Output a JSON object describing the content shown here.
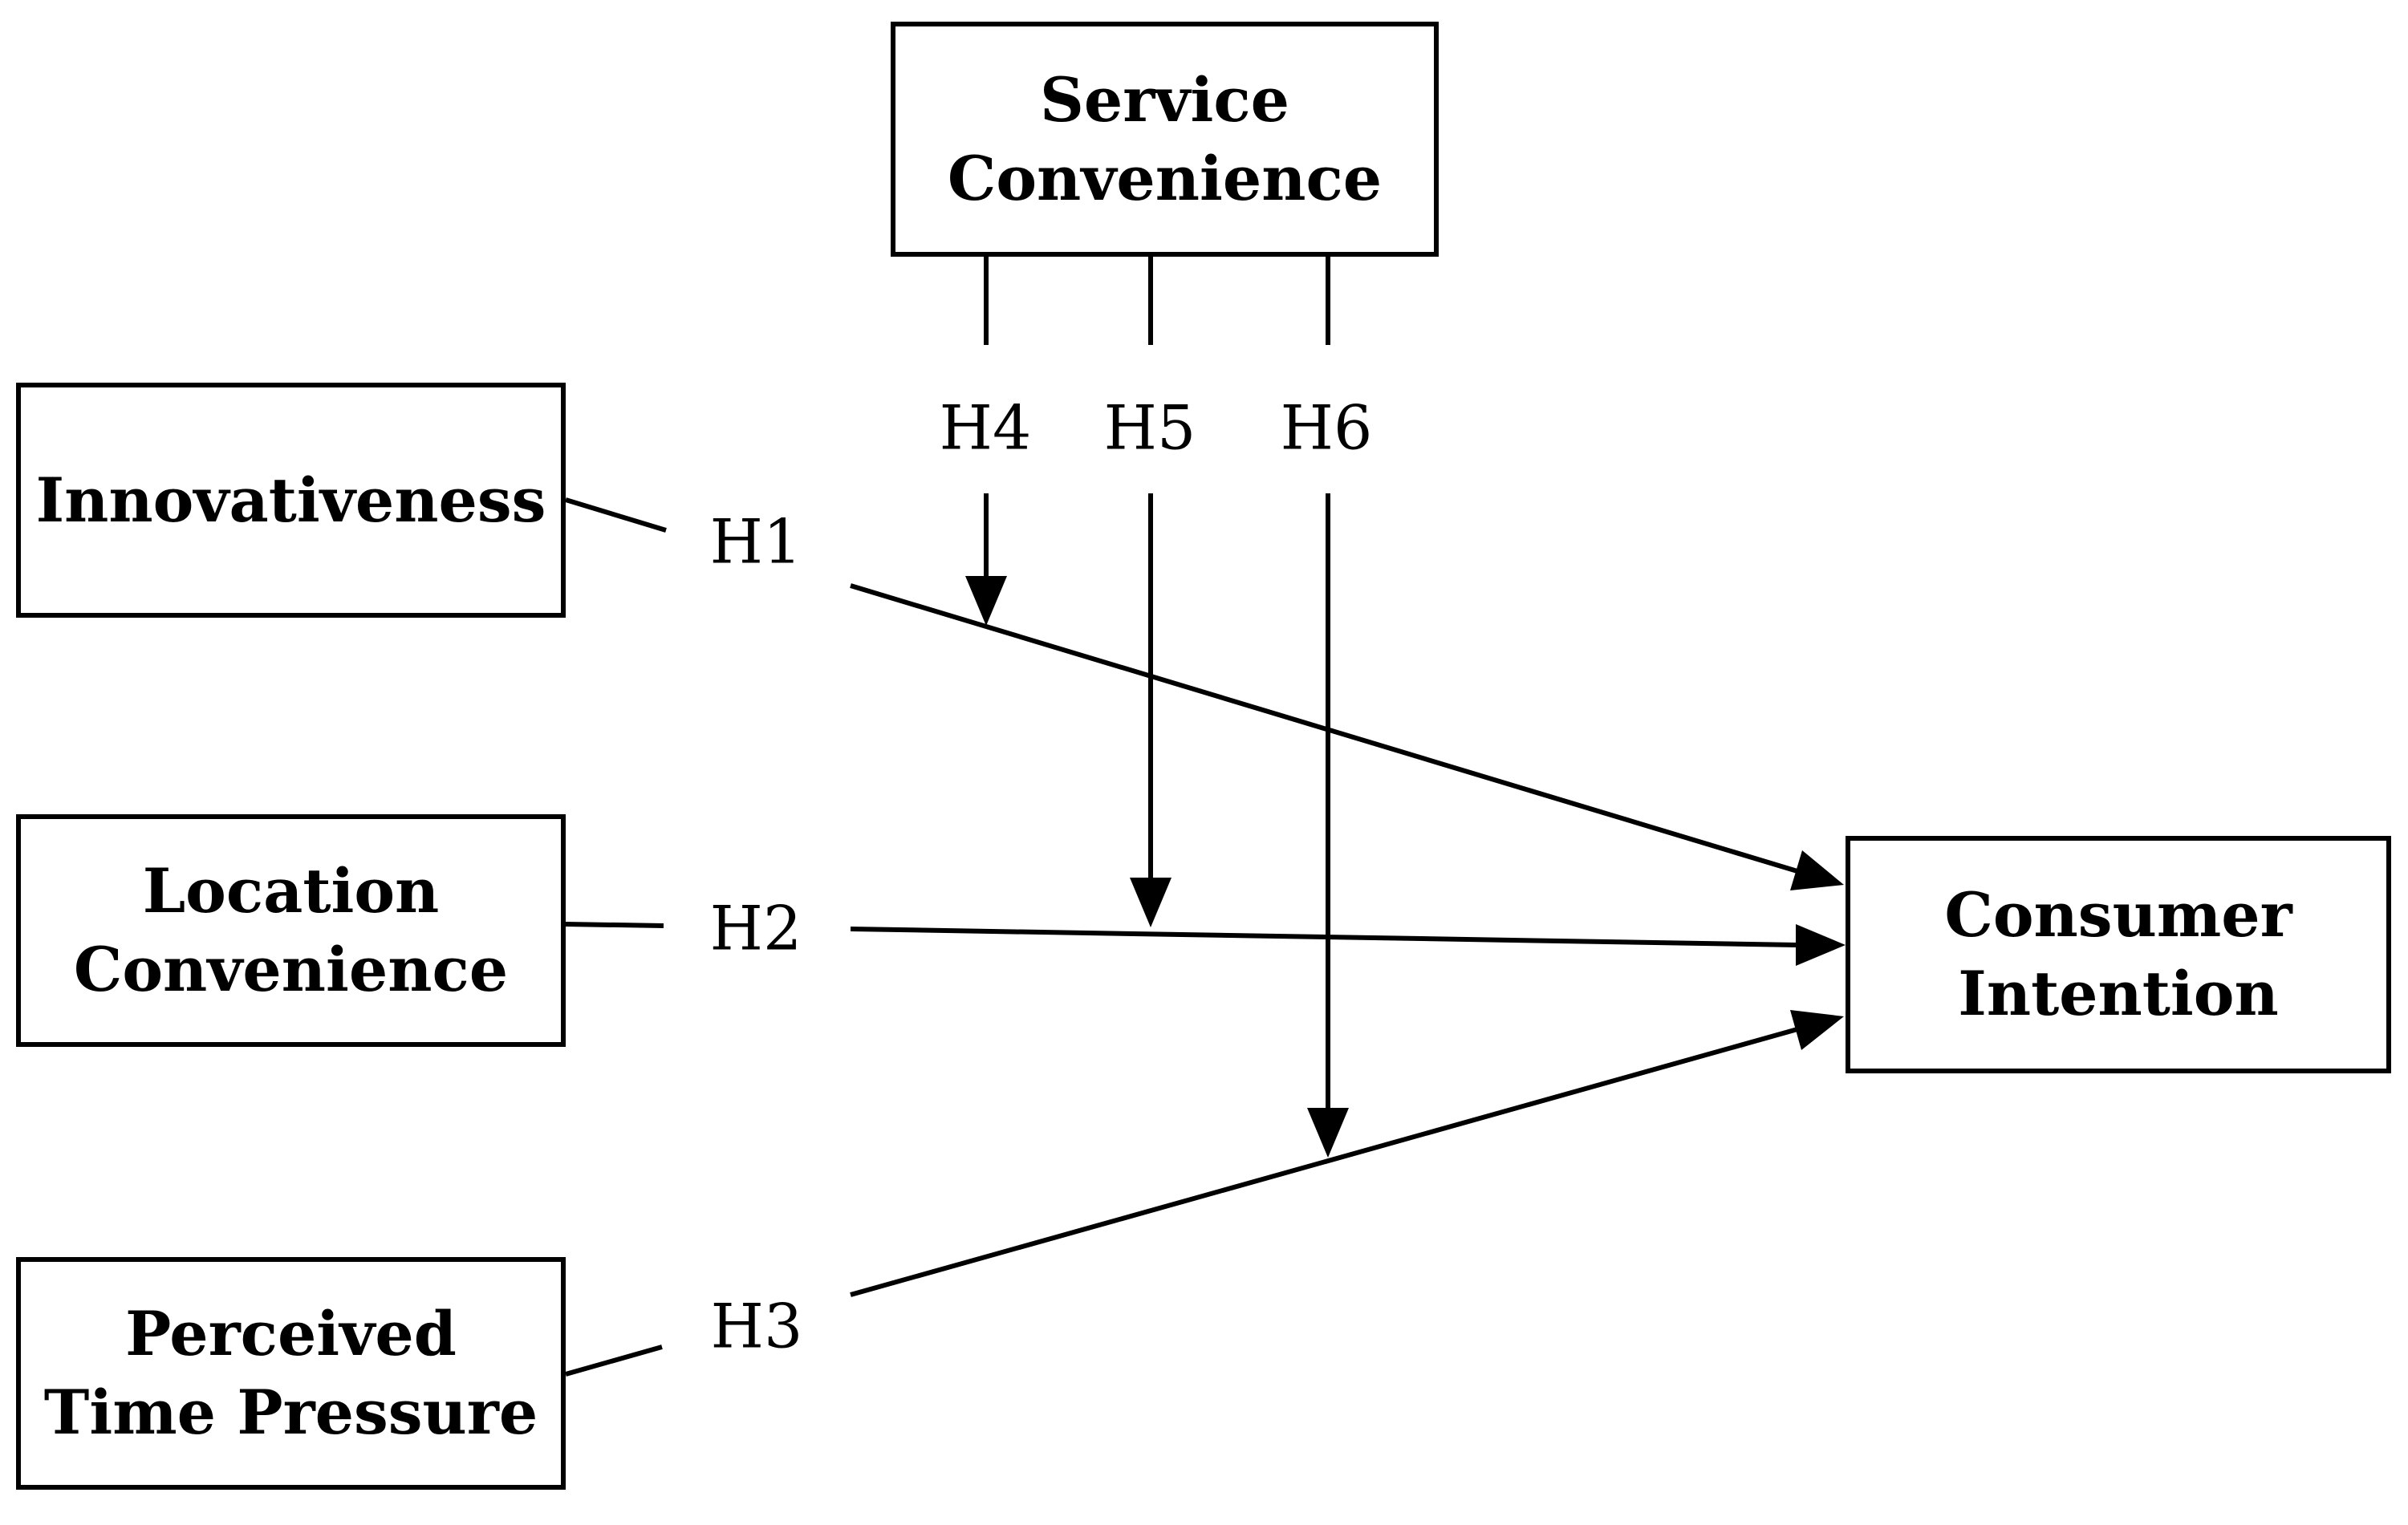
{
  "nodes": {
    "service_convenience": {
      "lines": [
        "Service",
        "Convenience"
      ]
    },
    "innovativeness": {
      "lines": [
        "Innovativeness"
      ]
    },
    "location_convenience": {
      "lines": [
        "Location",
        "Convenience"
      ]
    },
    "perceived_time_pressure": {
      "lines": [
        "Perceived",
        "Time Pressure"
      ]
    },
    "consumer_intention": {
      "lines": [
        "Consumer",
        "Intention"
      ]
    }
  },
  "hypothesis_labels": {
    "h1": "H1",
    "h2": "H2",
    "h3": "H3",
    "h4": "H4",
    "h5": "H5",
    "h6": "H6"
  },
  "edges": [
    {
      "id": "H1",
      "from": "Innovativeness",
      "to": "Consumer Intention",
      "type": "direct"
    },
    {
      "id": "H2",
      "from": "Location Convenience",
      "to": "Consumer Intention",
      "type": "direct"
    },
    {
      "id": "H3",
      "from": "Perceived Time Pressure",
      "to": "Consumer Intention",
      "type": "direct"
    },
    {
      "id": "H4",
      "from": "Service Convenience",
      "moderates": "H1",
      "type": "moderation"
    },
    {
      "id": "H5",
      "from": "Service Convenience",
      "moderates": "H2",
      "type": "moderation"
    },
    {
      "id": "H6",
      "from": "Service Convenience",
      "moderates": "H3",
      "type": "moderation"
    }
  ],
  "colors": {
    "background": "#ffffff",
    "line": "#000000",
    "box_border": "#000000",
    "text": "#000000"
  }
}
